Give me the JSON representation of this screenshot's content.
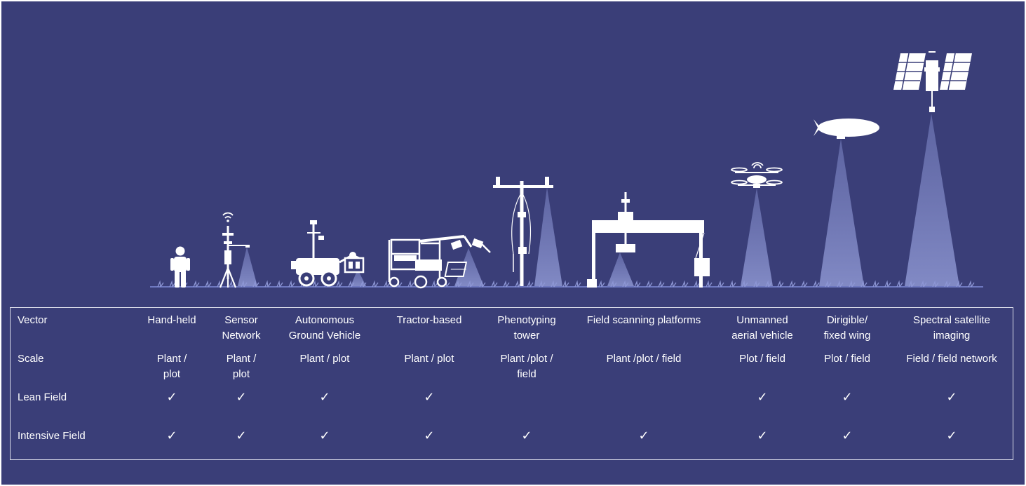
{
  "colors": {
    "background": "#3a3e78",
    "foreground": "#ffffff",
    "beam": "#6d76b8"
  },
  "table": {
    "row_labels": [
      "Vector",
      "Scale",
      "Lean Field",
      "Intensive Field"
    ],
    "columns": [
      {
        "vector": "Hand-held",
        "scale": "Plant /\nplot",
        "lean": true,
        "intensive": true
      },
      {
        "vector": "Sensor\nNetwork",
        "scale": "Plant /\nplot",
        "lean": true,
        "intensive": true
      },
      {
        "vector": "Autonomous\nGround Vehicle",
        "scale": "Plant / plot",
        "lean": true,
        "intensive": true
      },
      {
        "vector": "Tractor-based",
        "scale": "Plant / plot",
        "lean": true,
        "intensive": true
      },
      {
        "vector": "Phenotyping\ntower",
        "scale": "Plant /plot /\nfield",
        "lean": false,
        "intensive": true
      },
      {
        "vector": "Field scanning platforms",
        "scale": "Plant /plot / field",
        "lean": false,
        "intensive": true
      },
      {
        "vector": "Unmanned\naerial vehicle",
        "scale": "Plot / field",
        "lean": true,
        "intensive": true
      },
      {
        "vector": "Dirigible/\nfixed wing",
        "scale": "Plot / field",
        "lean": true,
        "intensive": true
      },
      {
        "vector": "Spectral satellite\nimaging",
        "scale": "Field / field network",
        "lean": true,
        "intensive": true
      }
    ],
    "check_mark": "✓"
  },
  "icons": [
    "person-icon",
    "sensor-mast-icon",
    "ground-robot-icon",
    "tractor-icon",
    "phenotyping-tower-icon",
    "gantry-scanner-icon",
    "drone-icon",
    "airship-icon",
    "satellite-icon"
  ]
}
